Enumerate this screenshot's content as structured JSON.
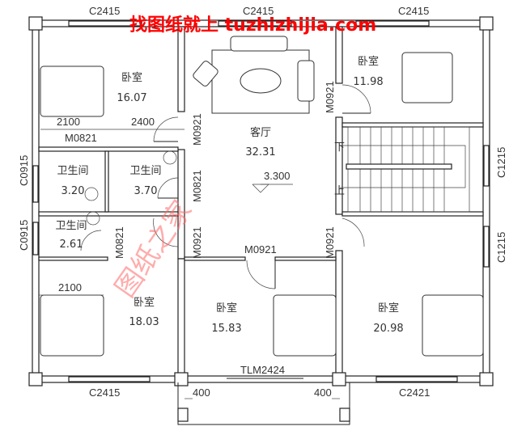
{
  "watermark_top": "找图纸就上 tuzhizhijia.com",
  "watermark_diagonal": "图纸之家",
  "watermark_color": "#ff0000",
  "rooms": [
    {
      "name": "卧室",
      "area": "16.07"
    },
    {
      "name": "卫生间",
      "area": "3.20"
    },
    {
      "name": "卫生间",
      "area": "3.70"
    },
    {
      "name": "卫生间",
      "area": "2.61"
    },
    {
      "name": "卧室",
      "area": "18.03"
    },
    {
      "name": "客厅",
      "area": "32.31"
    },
    {
      "name": "卧室",
      "area": "15.83"
    },
    {
      "name": "卧室",
      "area": "11.98"
    },
    {
      "name": "卧室",
      "area": "20.98"
    }
  ],
  "elevation": "3.300",
  "stairs": {
    "down": "下",
    "up": "上"
  },
  "windows": {
    "top_left": "C2415",
    "top_mid": "C2415",
    "top_right": "C2415",
    "left_upper": "C0915",
    "left_lower": "C0915",
    "right_upper": "C1215",
    "right_lower": "C1215",
    "bottom_left": "C2415",
    "bottom_right": "C2421"
  },
  "doors": {
    "m0921_a": "M0921",
    "m0821_a": "M0821",
    "m0821_b": "M0821",
    "m0821_c": "M0821",
    "m0921_b": "M0921",
    "m0921_c": "M0921",
    "m0921_d": "M0921",
    "m0921_e": "M0921",
    "sliding": "TLM2424"
  },
  "dimensions": {
    "d2100_top": "2100",
    "d2400": "2400",
    "d2100_bottom": "2100",
    "d400_left": "400",
    "d400_right": "400"
  }
}
